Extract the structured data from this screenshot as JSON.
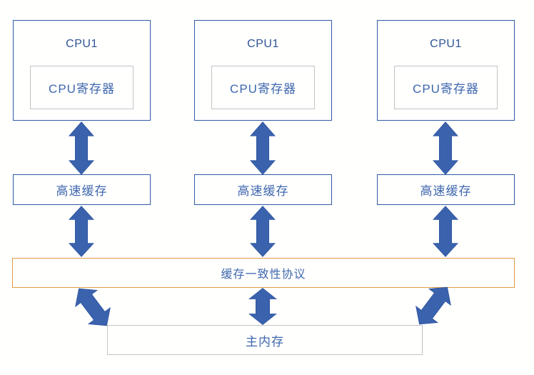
{
  "cpus": [
    {
      "label": "CPU1",
      "register": "CPU寄存器"
    },
    {
      "label": "CPU1",
      "register": "CPU寄存器"
    },
    {
      "label": "CPU1",
      "register": "CPU寄存器"
    }
  ],
  "caches": [
    {
      "label": "高速缓存"
    },
    {
      "label": "高速缓存"
    },
    {
      "label": "高速缓存"
    }
  ],
  "protocol": {
    "label": "缓存一致性协议"
  },
  "memory": {
    "label": "主内存"
  },
  "colors": {
    "box_border_blue": "#2e5aa5",
    "arrow_blue": "#3a62ad",
    "text_blue": "#3f67ae",
    "cpu_title_blue": "#2f5496",
    "protocol_border_orange": "#e09c45",
    "light_gray_border": "#c4c4c4",
    "background": "#ffffff"
  }
}
